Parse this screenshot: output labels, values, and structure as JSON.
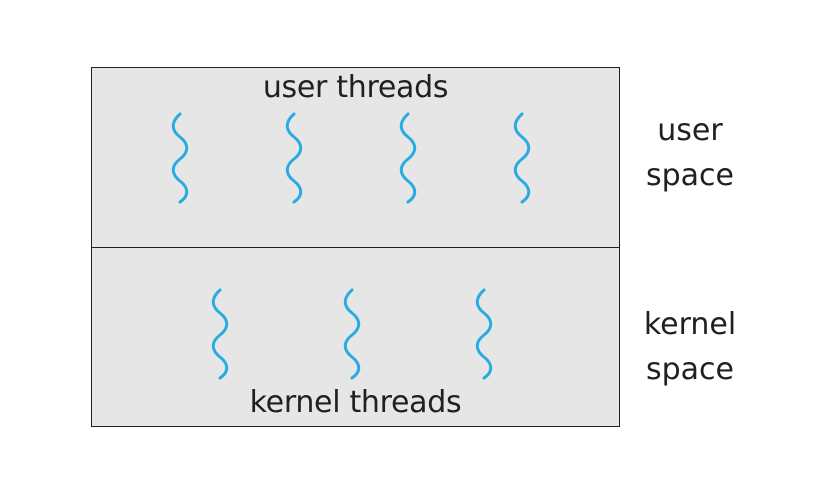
{
  "regions": {
    "user": {
      "title": "user threads",
      "thread_count": 4
    },
    "kernel": {
      "title": "kernel threads",
      "thread_count": 3
    }
  },
  "side_labels": {
    "user": {
      "line1": "user",
      "line2": "space"
    },
    "kernel": {
      "line1": "kernel",
      "line2": "space"
    }
  },
  "colors": {
    "thread": "#29abe2",
    "region_fill": "#e6e6e6",
    "border": "#231f20"
  },
  "icons": {
    "thread": "wavy-thread-icon"
  }
}
